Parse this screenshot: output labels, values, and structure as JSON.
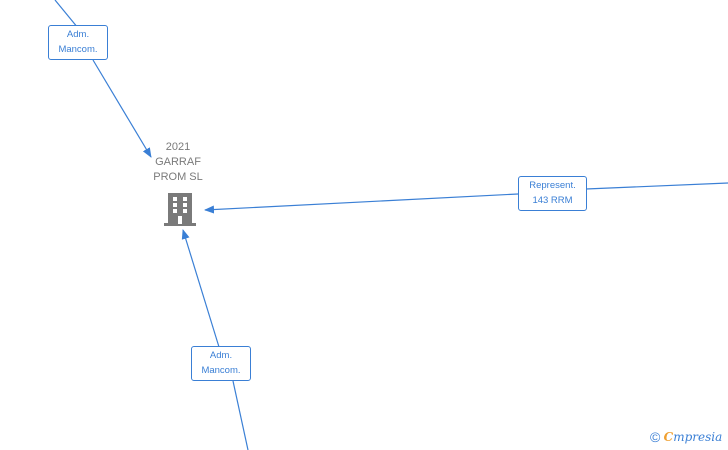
{
  "company": {
    "name_lines": [
      "2021",
      "GARRAF",
      "PROM  SL"
    ],
    "icon": "building-icon"
  },
  "relations": [
    {
      "id": "top",
      "lines": [
        "Adm.",
        "Mancom."
      ]
    },
    {
      "id": "right",
      "lines": [
        "Represent.",
        "143 RRM"
      ]
    },
    {
      "id": "bottom",
      "lines": [
        "Adm.",
        "Mancom."
      ]
    }
  ],
  "watermark": {
    "copyright_symbol": "©",
    "brand_initial": "C",
    "brand_rest": "mpresia"
  },
  "colors": {
    "edge": "#3a7fd5",
    "company_text": "#7a7a7a",
    "building": "#7a7a7a",
    "brand_accent": "#f0a030"
  }
}
